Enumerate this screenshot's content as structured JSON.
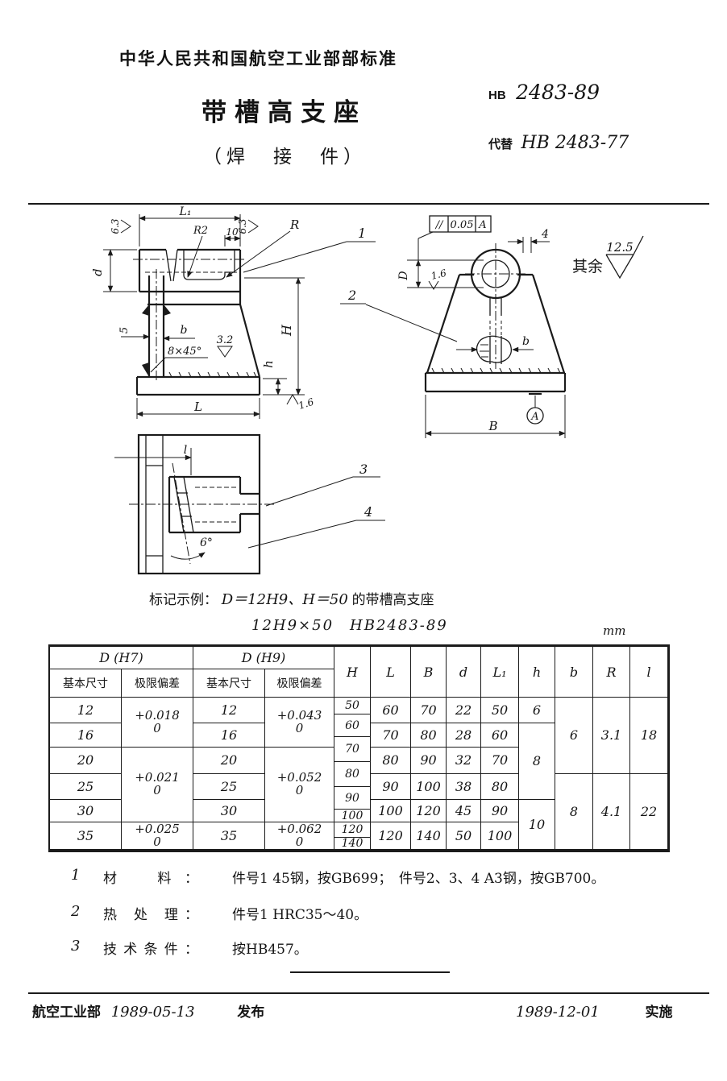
{
  "header": {
    "ministry_line": "中华人民共和国航空工业部部标准",
    "title": "带槽高支座",
    "subtitle": "（焊　接　件）",
    "std_prefix": "HB",
    "std_number": "2483-89",
    "replace_label": "代替",
    "replace_number": "HB 2483-77"
  },
  "drawing": {
    "front": {
      "dim_L1": "L₁",
      "dim_R2": "R2",
      "dim_10": "10",
      "rough_left": "6.3",
      "rough_right": "6.3",
      "label_R": "R",
      "part1": "1",
      "part2": "2",
      "dim_d": "d",
      "dim_5": "5",
      "dim_b": "b",
      "chamfer": "8×45°",
      "rough_face": "3.2",
      "dim_H": "H",
      "dim_h": "h",
      "dim_L": "L",
      "rough_bottom": "1.6"
    },
    "side": {
      "parallel_symbol": "//",
      "parallel_tol": "0.05",
      "parallel_datum": "A",
      "dim_4": "4",
      "dim_D": "D",
      "rough_hole": "1.6",
      "dim_b": "b",
      "dim_B": "B",
      "datum": "A",
      "rest_label": "其余",
      "rest_value": "12.5"
    },
    "section": {
      "dim_l": "l",
      "angle": "6°",
      "part3": "3",
      "part4": "4"
    }
  },
  "marking": {
    "label": "标记示例：",
    "formula": "D＝12H9、H＝50",
    "suffix": "的带槽高支座",
    "line2": "12H9×50　HB2483-89",
    "unit": "mm"
  },
  "table": {
    "group_h7": "D (H7)",
    "group_h9": "D (H9)",
    "sub_basic": "基本尺寸",
    "sub_dev": "极限偏差",
    "cols": [
      "H",
      "L",
      "B",
      "d",
      "L₁",
      "h",
      "b",
      "R",
      "l"
    ],
    "h7_basic": [
      "12",
      "16",
      "20",
      "25",
      "30",
      "35"
    ],
    "h7_dev": [
      [
        "+0.018",
        "0"
      ],
      [
        "+0.021",
        "0"
      ],
      [
        "+0.025",
        "0"
      ]
    ],
    "h9_basic": [
      "12",
      "16",
      "20",
      "25",
      "30",
      "35"
    ],
    "h9_dev": [
      [
        "+0.043",
        "0"
      ],
      [
        "+0.052",
        "0"
      ],
      [
        "+0.062",
        "0"
      ]
    ],
    "H": [
      "50",
      "60",
      "70",
      "80",
      "90",
      "100",
      "120",
      "140"
    ],
    "L": [
      "60",
      "70",
      "80",
      "90",
      "100",
      "120"
    ],
    "B": [
      "70",
      "80",
      "90",
      "100",
      "120",
      "140"
    ],
    "d": [
      "22",
      "28",
      "32",
      "38",
      "45",
      "50"
    ],
    "L1": [
      "50",
      "60",
      "70",
      "80",
      "90",
      "100"
    ],
    "h": [
      "6",
      "8",
      "10"
    ],
    "b": [
      "6",
      "8"
    ],
    "R": [
      "3.1",
      "4.1"
    ],
    "l": [
      "18",
      "22"
    ]
  },
  "notes": [
    {
      "num": "1",
      "label": "材　料：",
      "text": "件号1 45钢，按GB699；　件号2、3、4 A3钢，按GB700。"
    },
    {
      "num": "2",
      "label": "热 处 理：",
      "text": "件号1 HRC35～40。"
    },
    {
      "num": "3",
      "label": "技术条件：",
      "text": "按HB457。"
    }
  ],
  "footer": {
    "org": "航空工业部",
    "issue_date": "1989-05-13",
    "issue_label": "发布",
    "impl_date": "1989-12-01",
    "impl_label": "实施"
  }
}
